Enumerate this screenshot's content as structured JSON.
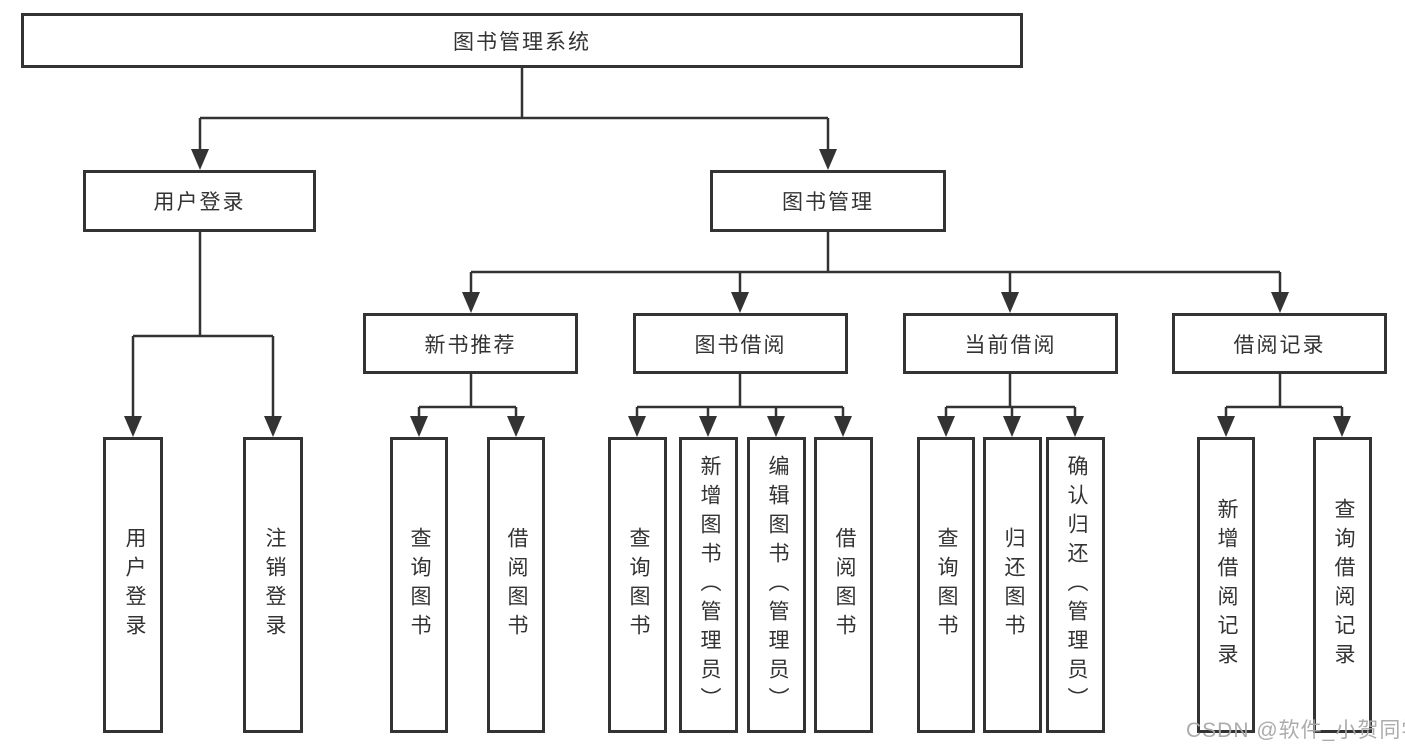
{
  "diagram": {
    "root": {
      "label": "图书管理系统"
    },
    "user_login": {
      "label": "用户登录",
      "children": [
        {
          "label": "用户登录"
        },
        {
          "label": "注销登录"
        }
      ]
    },
    "book_management": {
      "label": "图书管理",
      "groups": [
        {
          "label": "新书推荐",
          "children": [
            {
              "label": "查询图书"
            },
            {
              "label": "借阅图书"
            }
          ]
        },
        {
          "label": "图书借阅",
          "children": [
            {
              "label": "查询图书"
            },
            {
              "label": "新增图书（管理员）"
            },
            {
              "label": "编辑图书（管理员）"
            },
            {
              "label": "借阅图书"
            }
          ]
        },
        {
          "label": "当前借阅",
          "children": [
            {
              "label": "查询图书"
            },
            {
              "label": "归还图书"
            },
            {
              "label": "确认归还（管理员）"
            }
          ]
        },
        {
          "label": "借阅记录",
          "children": [
            {
              "label": "新增借阅记录"
            },
            {
              "label": "查询借阅记录"
            }
          ]
        }
      ]
    }
  },
  "watermark": {
    "text": "CSDN @软件_小贺同学"
  },
  "colors": {
    "background": "#ffffff",
    "box_border": "#333333",
    "connector_line": "#333333",
    "text": "#333333",
    "watermark_text": "#a8a8a8"
  }
}
